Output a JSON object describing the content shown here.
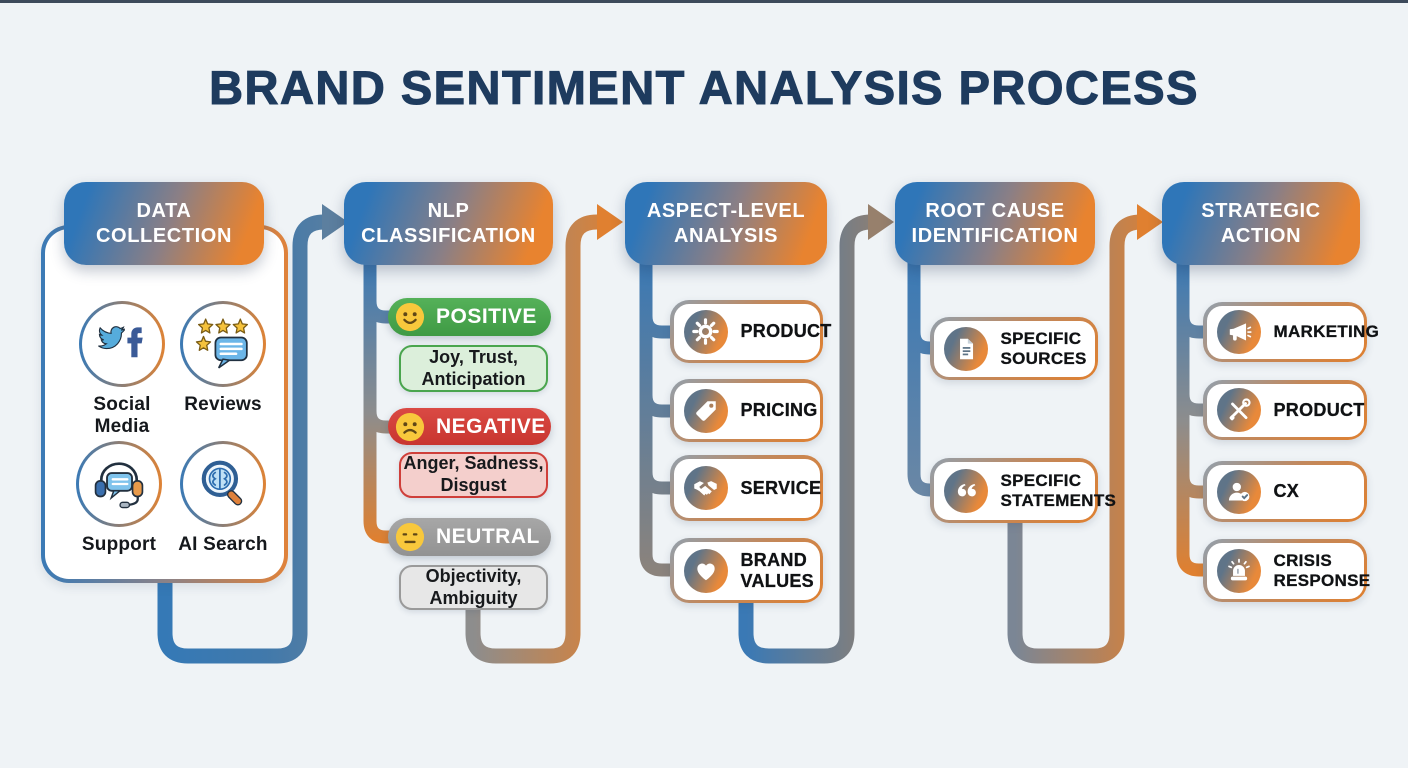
{
  "title": "BRAND SENTIMENT ANALYSIS PROCESS",
  "columns": [
    {
      "header": "DATA COLLECTION",
      "sources": [
        {
          "label": "Social Media",
          "icon": "social-media-icon"
        },
        {
          "label": "Reviews",
          "icon": "reviews-icon"
        },
        {
          "label": "Support",
          "icon": "support-icon"
        },
        {
          "label": "AI Search",
          "icon": "ai-search-icon"
        }
      ]
    },
    {
      "header": "NLP CLASSIFICATION",
      "sentiments": [
        {
          "label": "POSITIVE",
          "emotions": "Joy, Trust, Anticipation",
          "color": "#46a24a",
          "light_color": "#dcefdb",
          "face": "happy"
        },
        {
          "label": "NEGATIVE",
          "emotions": "Anger, Sadness, Disgust",
          "color": "#d2403c",
          "light_color": "#f4cfcc",
          "face": "sad"
        },
        {
          "label": "NEUTRAL",
          "emotions": "Objectivity, Ambiguity",
          "color": "#9d9d9d",
          "light_color": "#e7e7e7",
          "face": "neutral"
        }
      ]
    },
    {
      "header": "ASPECT-LEVEL ANALYSIS",
      "aspects": [
        {
          "label": "PRODUCT",
          "icon": "gear-icon"
        },
        {
          "label": "PRICING",
          "icon": "price-tag-icon"
        },
        {
          "label": "SERVICE",
          "icon": "handshake-icon"
        },
        {
          "label": "BRAND VALUES",
          "icon": "heart-icon"
        }
      ]
    },
    {
      "header": "ROOT CAUSE IDENTIFICATION",
      "items": [
        {
          "label": "SPECIFIC SOURCES",
          "icon": "document-icon"
        },
        {
          "label": "SPECIFIC STATEMENTS",
          "icon": "quote-icon"
        }
      ]
    },
    {
      "header": "STRATEGIC ACTION",
      "actions": [
        {
          "label": "MARKETING",
          "icon": "megaphone-icon"
        },
        {
          "label": "PRODUCT",
          "icon": "tools-icon"
        },
        {
          "label": "CX",
          "icon": "person-check-icon"
        },
        {
          "label": "CRISIS RESPONSE",
          "icon": "siren-icon"
        }
      ]
    }
  ],
  "colors": {
    "background": "#eff3f6",
    "title": "#1e3b5e",
    "header_gradient_start": "#2f76b8",
    "header_gradient_end": "#e8832f",
    "connector_blue": "#3a7ab8",
    "connector_orange": "#e08030",
    "connector_gray": "#8d8d8d",
    "connector_taupe": "#97806c",
    "positive": "#46a24a",
    "negative": "#d2403c",
    "neutral": "#9d9d9d"
  }
}
